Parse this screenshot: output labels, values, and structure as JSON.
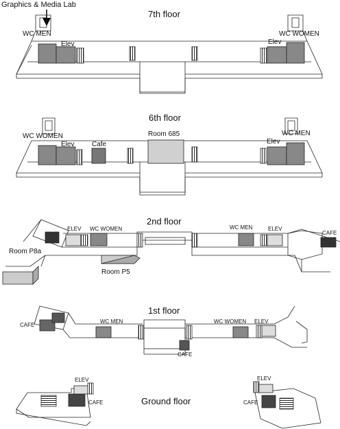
{
  "header": {
    "lab_label": "Graphics & Media Lab"
  },
  "floors": {
    "f7": {
      "title": "7th floor",
      "wc_men": "WC MEN",
      "elev_left": "Elev",
      "elev_right": "Elev",
      "wc_women": "WC WOMEN"
    },
    "f6": {
      "title": "6th floor",
      "wc_women": "WC WOMEN",
      "elev_left": "Elev",
      "cafe": "Cafe",
      "room": "Room 685",
      "elev_right": "Elev",
      "wc_men": "WC MEN"
    },
    "f2": {
      "title": "2nd floor",
      "elev_left": "ELEV",
      "wc_women": "WC WOMEN",
      "room_p8a": "Room P8a",
      "room_p5": "Room P5",
      "wc_men": "WC MEN",
      "elev_right": "ELEV",
      "cafe": "CAFE"
    },
    "f1": {
      "title": "1st floor",
      "cafe_left": "CAFE",
      "wc_men": "WC MEN",
      "wc_women": "WC WOMEN",
      "elev": "ELEV",
      "cafe_center": "CAFE"
    },
    "g": {
      "title": "Ground floor",
      "elev_left": "ELEV",
      "cafe_left": "CAFE",
      "elev_right": "ELEV",
      "cafe_right": "CAFE"
    }
  },
  "colors": {
    "outline": "#222222",
    "room_dark": "#777777",
    "room_mid": "#999999",
    "room_light": "#cfcfcf",
    "room_black": "#333333"
  }
}
